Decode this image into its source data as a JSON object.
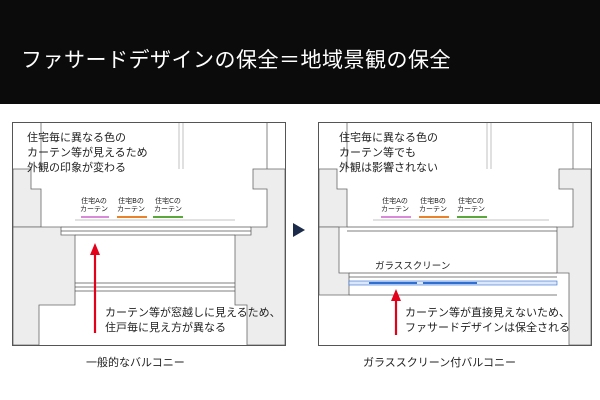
{
  "header": {
    "title": "ファサードデザインの保全＝地域景観の保全"
  },
  "left_panel": {
    "top_text": [
      "住宅毎に異なる色の",
      "カーテン等が見えるため",
      "外観の印象が変わる"
    ],
    "units": [
      {
        "line1": "住宅Aの",
        "line2": "カーテン",
        "color": "#d98ad8"
      },
      {
        "line1": "住宅Bの",
        "line2": "カーテン",
        "color": "#e8822b"
      },
      {
        "line1": "住宅Cの",
        "line2": "カーテン",
        "color": "#5aa83a"
      }
    ],
    "bottom_note": [
      "カーテン等が窓越しに見えるため、",
      "住戸毎に見え方が異なる"
    ],
    "caption": "一般的なバルコニー"
  },
  "right_panel": {
    "top_text": [
      "住宅毎に異なる色の",
      "カーテン等でも",
      "外観は影響されない"
    ],
    "units": [
      {
        "line1": "住宅Aの",
        "line2": "カーテン",
        "color": "#d98ad8"
      },
      {
        "line1": "住宅Bの",
        "line2": "カーテン",
        "color": "#e8822b"
      },
      {
        "line1": "住宅Cの",
        "line2": "カーテン",
        "color": "#5aa83a"
      }
    ],
    "glass_label": "ガラススクリーン",
    "bottom_note": [
      "カーテン等が直接見えないため、",
      "ファサードデザインは保全される"
    ],
    "caption": "ガラススクリーン付バルコニー"
  },
  "colors": {
    "arrow": "#e3001b",
    "glass": "#2f6fd1",
    "header_bg": "#0b0b0b",
    "triangle": "#1c2b4a"
  }
}
